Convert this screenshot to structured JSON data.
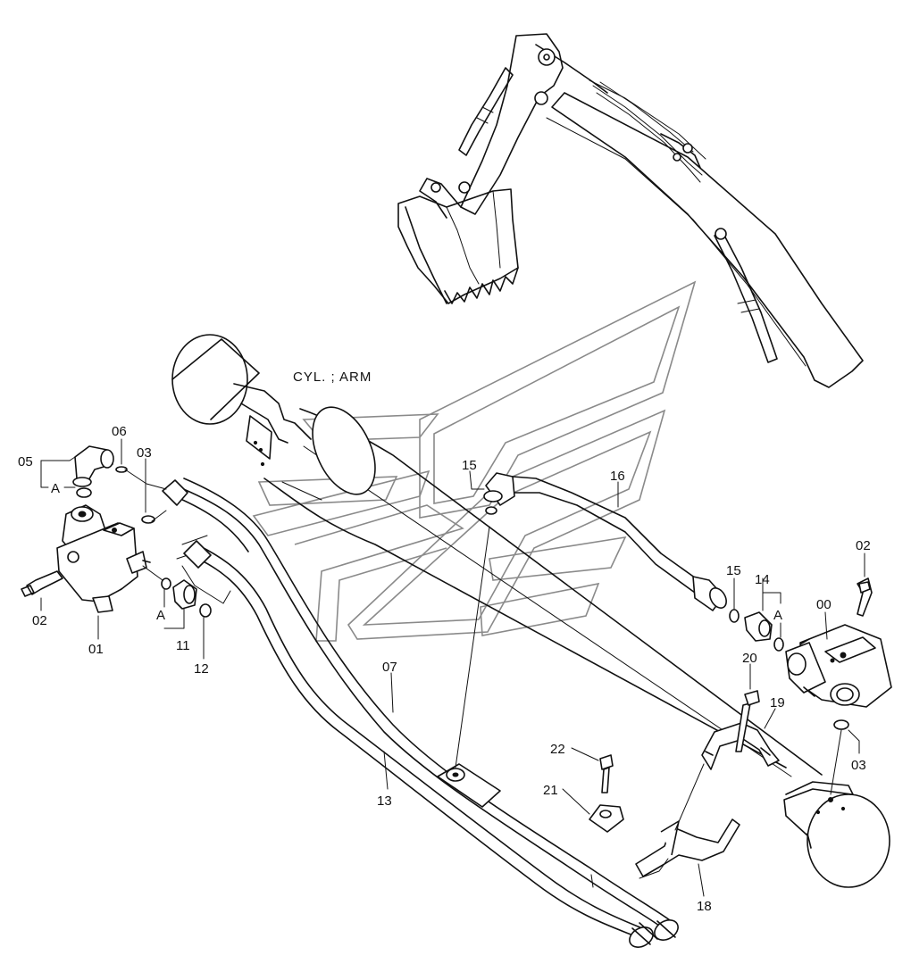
{
  "cylinder_label": "CYL. ; ARM",
  "labels": {
    "p00": "00",
    "p01": "01",
    "p02_left": "02",
    "p02_right": "02",
    "p03_left": "03",
    "p03_right": "03",
    "p05": "05",
    "p06": "06",
    "p07": "07",
    "p11": "11",
    "p12": "12",
    "p13": "13",
    "p14": "14",
    "p15_top": "15",
    "p15_mid": "15",
    "p16": "16",
    "p18": "18",
    "p19": "19",
    "p20": "20",
    "p21": "21",
    "p22": "22",
    "ref_a_05": "A",
    "ref_a_11": "A",
    "ref_a_14": "A"
  }
}
